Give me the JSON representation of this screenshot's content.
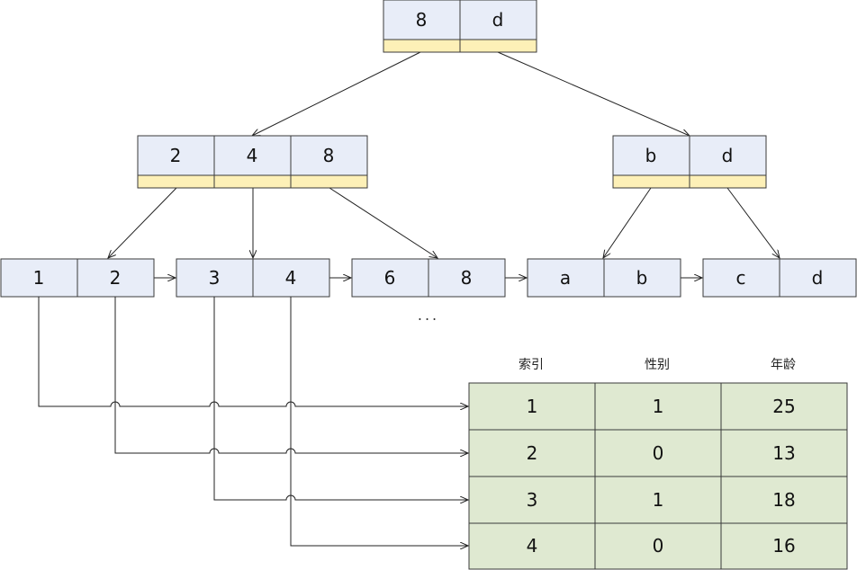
{
  "tree": {
    "root": {
      "keys": [
        "8",
        "d"
      ]
    },
    "internal": [
      {
        "keys": [
          "2",
          "4",
          "8"
        ]
      },
      {
        "keys": [
          "b",
          "d"
        ]
      }
    ],
    "leaves": [
      {
        "keys": [
          "1",
          "2"
        ]
      },
      {
        "keys": [
          "3",
          "4"
        ]
      },
      {
        "keys": [
          "6",
          "8"
        ]
      },
      {
        "keys": [
          "a",
          "b"
        ]
      },
      {
        "keys": [
          "c",
          "d"
        ]
      }
    ],
    "ellipsis": "..."
  },
  "table": {
    "headers": [
      "索引",
      "性别",
      "年龄"
    ],
    "rows": [
      [
        "1",
        "1",
        "25"
      ],
      [
        "2",
        "0",
        "13"
      ],
      [
        "3",
        "1",
        "18"
      ],
      [
        "4",
        "0",
        "16"
      ]
    ]
  }
}
